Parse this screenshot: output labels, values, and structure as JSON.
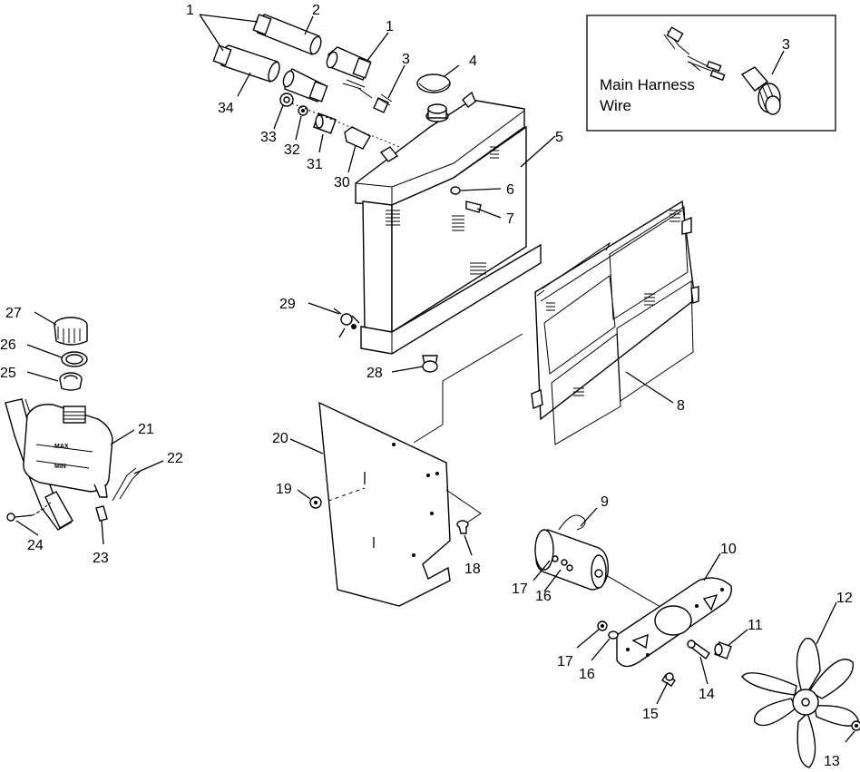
{
  "callouts": [
    {
      "id": "c1a",
      "text": "1"
    },
    {
      "id": "c2",
      "text": "2"
    },
    {
      "id": "c1b",
      "text": "1"
    },
    {
      "id": "c3",
      "text": "3"
    },
    {
      "id": "c4",
      "text": "4"
    },
    {
      "id": "c34",
      "text": "34"
    },
    {
      "id": "c33",
      "text": "33"
    },
    {
      "id": "c32",
      "text": "32"
    },
    {
      "id": "c31",
      "text": "31"
    },
    {
      "id": "c30",
      "text": "30"
    },
    {
      "id": "c5",
      "text": "5"
    },
    {
      "id": "c6",
      "text": "6"
    },
    {
      "id": "c7",
      "text": "7"
    },
    {
      "id": "c29",
      "text": "29"
    },
    {
      "id": "c28",
      "text": "28"
    },
    {
      "id": "c8",
      "text": "8"
    },
    {
      "id": "c27",
      "text": "27"
    },
    {
      "id": "c26",
      "text": "26"
    },
    {
      "id": "c25",
      "text": "25"
    },
    {
      "id": "c21",
      "text": "21"
    },
    {
      "id": "c22",
      "text": "22"
    },
    {
      "id": "c24",
      "text": "24"
    },
    {
      "id": "c23",
      "text": "23"
    },
    {
      "id": "c20",
      "text": "20"
    },
    {
      "id": "c19",
      "text": "19"
    },
    {
      "id": "c18",
      "text": "18"
    },
    {
      "id": "c9",
      "text": "9"
    },
    {
      "id": "c10",
      "text": "10"
    },
    {
      "id": "c17a",
      "text": "17"
    },
    {
      "id": "c16a",
      "text": "16"
    },
    {
      "id": "c12",
      "text": "12"
    },
    {
      "id": "c11",
      "text": "11"
    },
    {
      "id": "c17b",
      "text": "17"
    },
    {
      "id": "c16b",
      "text": "16"
    },
    {
      "id": "c14",
      "text": "14"
    },
    {
      "id": "c15",
      "text": "15"
    },
    {
      "id": "c13",
      "text": "13"
    }
  ],
  "inset": {
    "callout": "3",
    "label_line1": "Main Harness",
    "label_line2": "Wire"
  },
  "bottle": {
    "max_mark": "MAX",
    "min_mark": "MIN"
  }
}
